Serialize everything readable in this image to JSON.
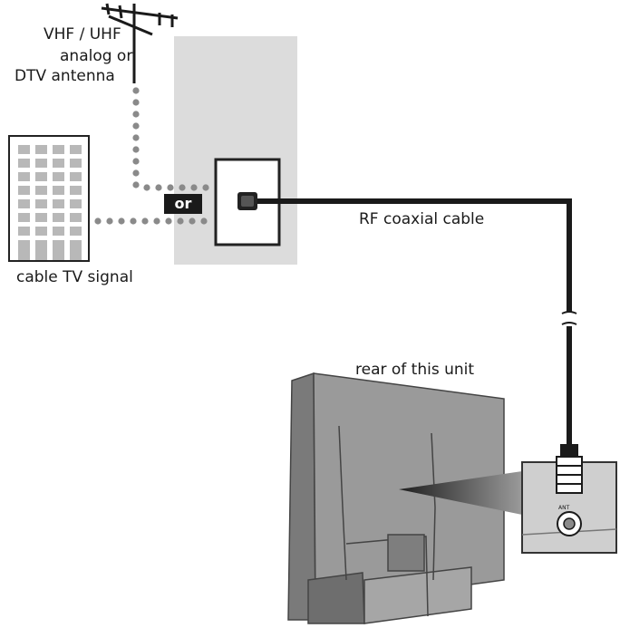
{
  "labels": {
    "antenna_line1": "VHF / UHF",
    "antenna_line2": "analog or",
    "antenna_line3": "DTV antenna",
    "or": "or",
    "coax": "RF coaxial cable",
    "cable_signal": "cable TV signal",
    "rear": "rear of this unit"
  },
  "icons": [
    "antenna-icon",
    "building-icon",
    "wall-outlet-icon",
    "coaxial-connector-icon",
    "tv-rear-icon",
    "rf-input-jack-icon"
  ],
  "colors": {
    "wall": "#dcdcdc",
    "cable": "#1a1a1a",
    "dotted_signal": "#8a8a8a",
    "tv_body": "#9a9a9a",
    "tv_dark": "#6e6e6e"
  }
}
